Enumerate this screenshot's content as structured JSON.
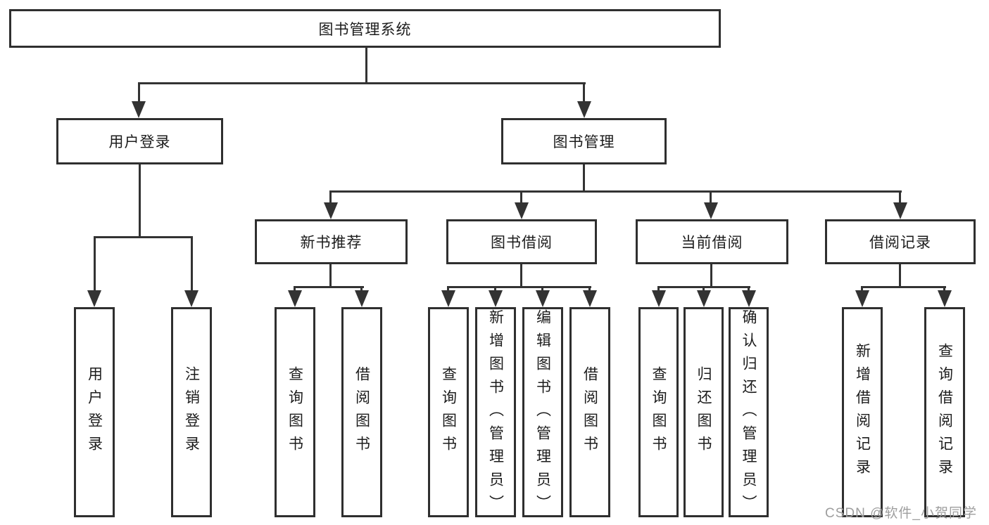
{
  "diagram": {
    "root": {
      "label": "图书管理系统"
    },
    "level1": [
      {
        "label": "用户登录"
      },
      {
        "label": "图书管理"
      }
    ],
    "level2": [
      {
        "label": "新书推荐"
      },
      {
        "label": "图书借阅"
      },
      {
        "label": "当前借阅"
      },
      {
        "label": "借阅记录"
      }
    ],
    "leaves": {
      "user_login": [
        "用户登录",
        "注销登录"
      ],
      "new_book": [
        "查询图书",
        "借阅图书"
      ],
      "book_borrow": [
        "查询图书",
        "新增图书（管理员）",
        "编辑图书（管理员）",
        "借阅图书"
      ],
      "current_borrow": [
        "查询图书",
        "归还图书",
        "确认归还（管理员）"
      ],
      "borrow_records": [
        "新增借阅记录",
        "查询借阅记录"
      ]
    },
    "watermark": "CSDN @软件_小贺同学",
    "colors": {
      "line": "#333333",
      "border": "#2f2f2f",
      "text": "#1c1c1c",
      "background": "#ffffff",
      "watermark": "#9e9e9e"
    }
  }
}
